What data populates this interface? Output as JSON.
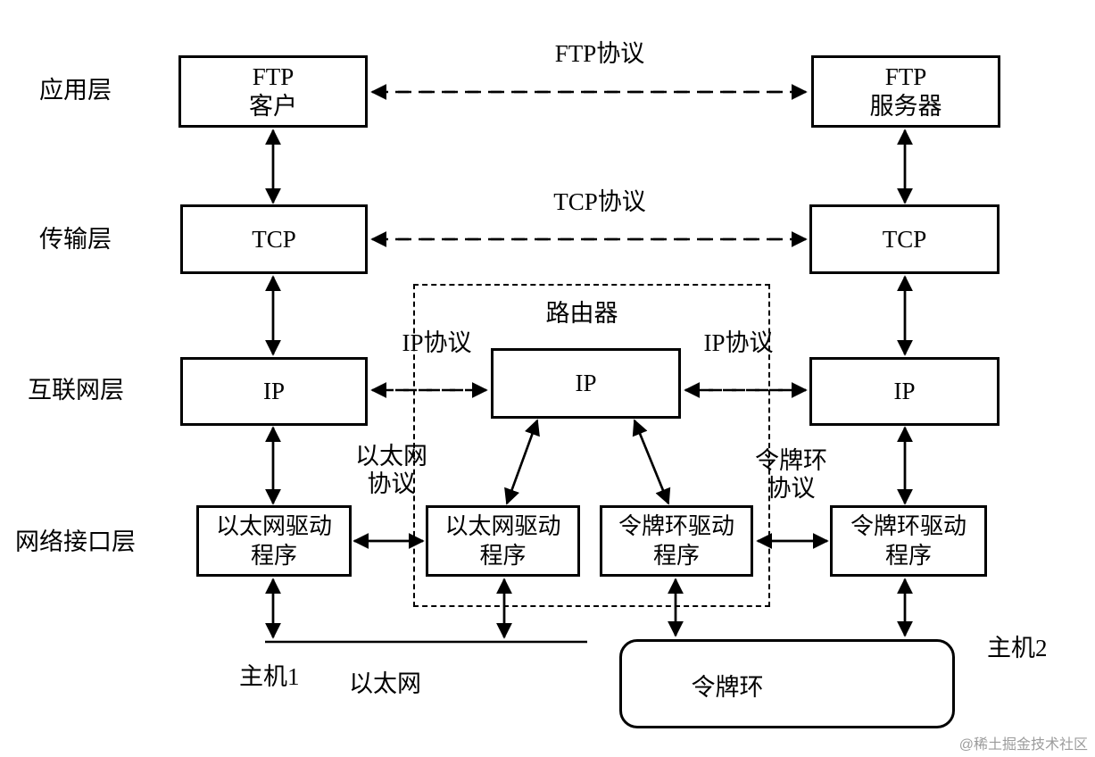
{
  "layers": [
    {
      "label": "应用层"
    },
    {
      "label": "传输层"
    },
    {
      "label": "互联网层"
    },
    {
      "label": "网络接口层"
    }
  ],
  "host1": {
    "label": "主机1",
    "ftp": {
      "line1": "FTP",
      "line2": "客户"
    },
    "tcp": "TCP",
    "ip": "IP",
    "driver": {
      "line1": "以太网驱动",
      "line2": "程序"
    }
  },
  "host2": {
    "label": "主机2",
    "ftp": {
      "line1": "FTP",
      "line2": "服务器"
    },
    "tcp": "TCP",
    "ip": "IP",
    "driver": {
      "line1": "令牌环驱动",
      "line2": "程序"
    }
  },
  "router": {
    "title": "路由器",
    "ip": "IP",
    "eth_driver": {
      "line1": "以太网驱动",
      "line2": "程序"
    },
    "tr_driver": {
      "line1": "令牌环驱动",
      "line2": "程序"
    }
  },
  "protocols": {
    "ftp": "FTP协议",
    "tcp": "TCP协议",
    "ip_left": "IP协议",
    "ip_right": "IP协议",
    "ethernet": {
      "line1": "以太网",
      "line2": "协议"
    },
    "token_ring": {
      "line1": "令牌环",
      "line2": "协议"
    }
  },
  "networks": {
    "ethernet": "以太网",
    "token_ring": "令牌环"
  },
  "watermark": "@稀土掘金技术社区",
  "colors": {
    "line": "#000000",
    "background": "#ffffff",
    "watermark": "#9c9c9c"
  }
}
